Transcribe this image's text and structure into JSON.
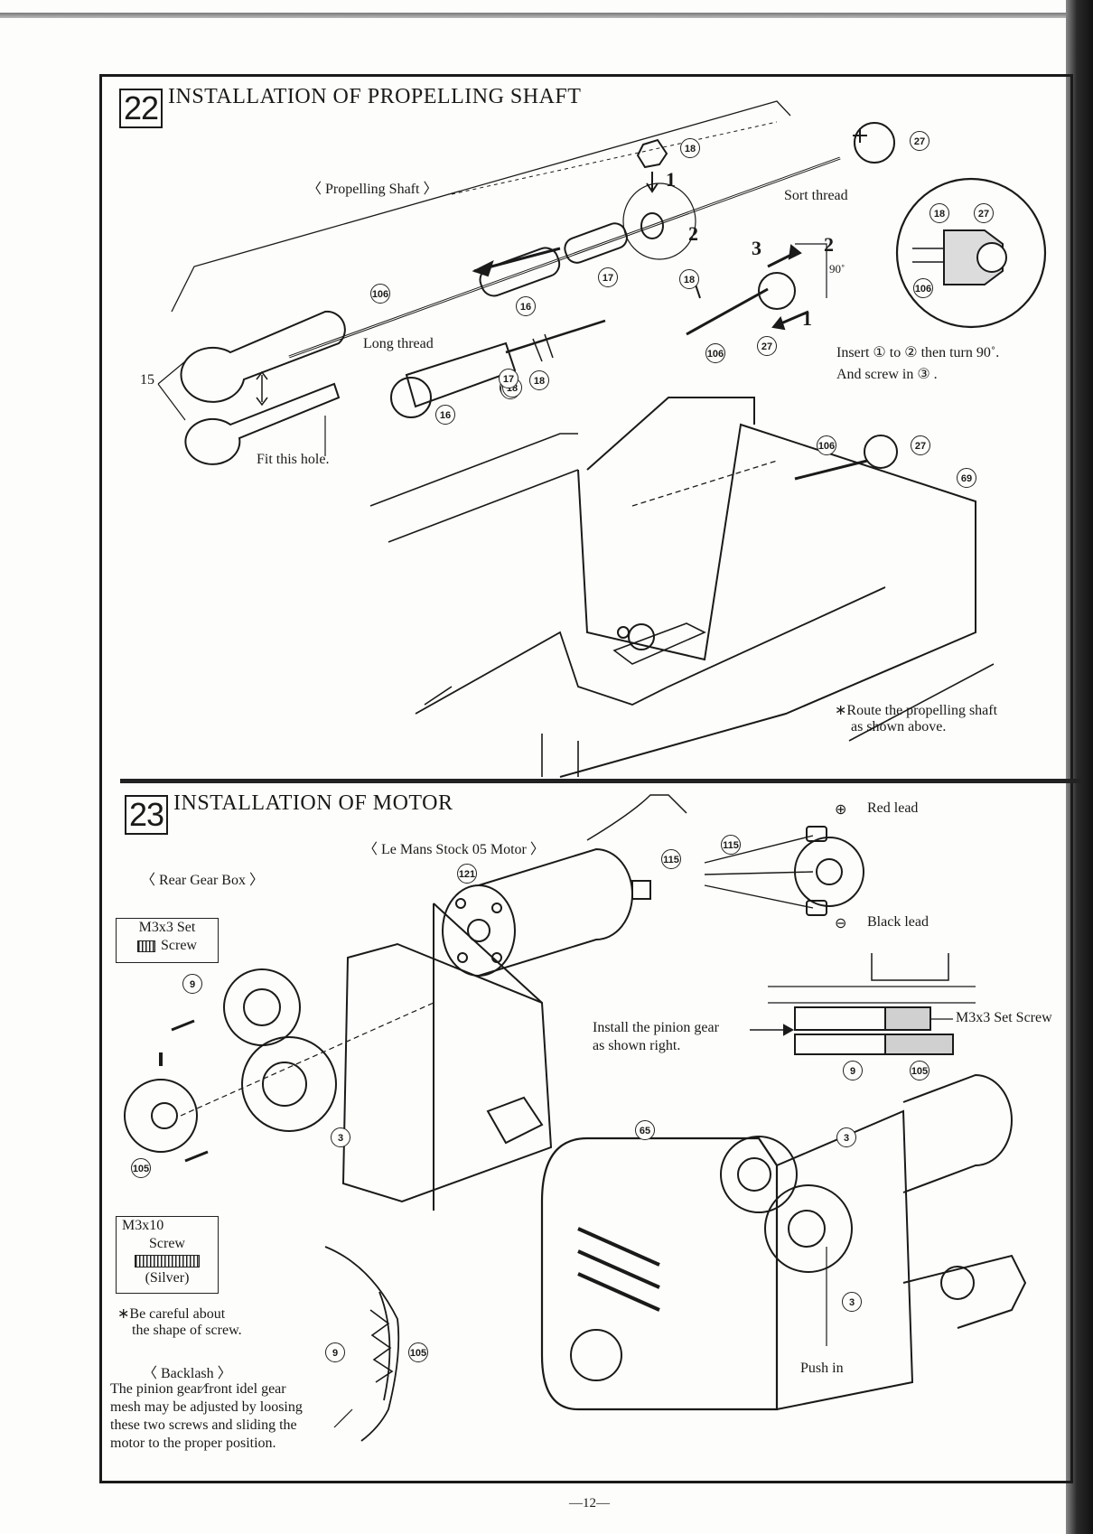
{
  "page_number": "—12—",
  "step22": {
    "number": "22",
    "title": "INSTALLATION OF PROPELLING SHAFT",
    "propelling_shaft": "〈 Propelling Shaft 〉",
    "sort_thread": "Sort thread",
    "long_thread": "Long thread",
    "fit_hole": "Fit this hole.",
    "insert_line1": "Insert ① to ② then turn 90˚.",
    "insert_line2": "And screw in ③ .",
    "route_line1": "∗Route the propelling shaft",
    "route_line2": "as shown above.",
    "angle": "90˚",
    "step_1a": "1",
    "step_2a": "2",
    "step_3": "3",
    "step_2b": "2",
    "step_1b": "1",
    "parts": {
      "p18": "18",
      "p27": "27",
      "p106": "106",
      "p16": "16",
      "p17": "17",
      "p15": "15",
      "p69": "69"
    }
  },
  "step23": {
    "number": "23",
    "title": "INSTALLATION OF MOTOR",
    "motor_name": "〈 Le Mans Stock 05 Motor 〉",
    "rear_gear_box": "〈 Rear Gear Box 〉",
    "m3x3_line1": "M3x3 Set",
    "m3x3_line2": "Screw",
    "red_lead": "Red lead",
    "black_lead": "Black lead",
    "plus": "⊕",
    "minus": "⊖",
    "pinion_line1": "Install the pinion gear",
    "pinion_line2": "as shown right.",
    "m3x3_set_screw": "M3x3 Set Screw",
    "m3x10_line1": "M3x10",
    "m3x10_line2": "Screw",
    "m3x10_line3": "(Silver)",
    "careful_line1": "∗Be careful about",
    "careful_line2": "the shape of screw.",
    "backlash_title": "〈 Backlash 〉",
    "backlash_text": [
      "The pinion gear∕front idel gear",
      "mesh may be adjusted by loosing",
      "these two screws and sliding the",
      "motor to the proper position."
    ],
    "push_in": "Push in",
    "parts": {
      "p121": "121",
      "p115": "115",
      "p9": "9",
      "p105": "105",
      "p65": "65",
      "p3": "3"
    }
  },
  "colors": {
    "ink": "#1a1a1a",
    "paper": "#fdfdfb"
  }
}
